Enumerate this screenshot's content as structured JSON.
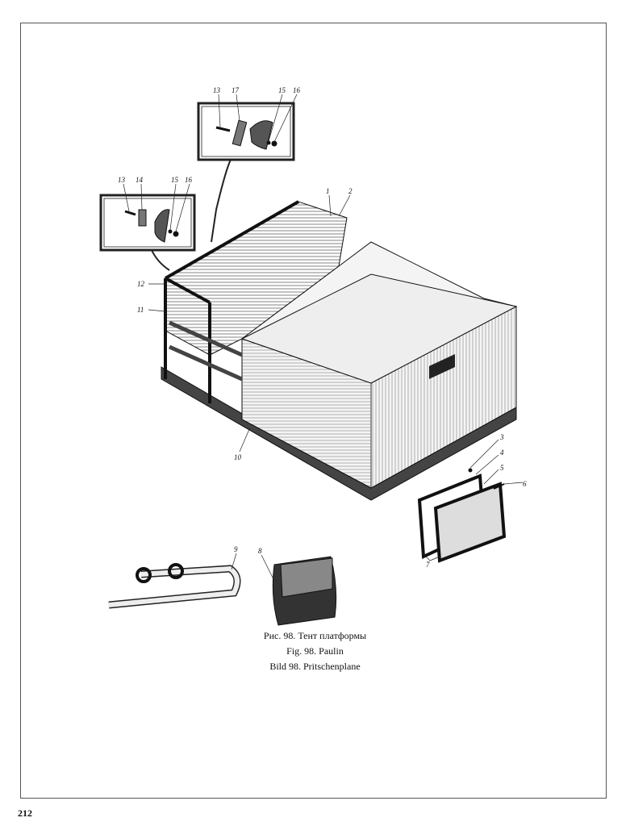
{
  "figure": {
    "labels": {
      "inset_top": [
        "13",
        "17",
        "15",
        "16"
      ],
      "inset_left": [
        "13",
        "14",
        "15",
        "16"
      ],
      "main": {
        "l1": "1",
        "l2": "2",
        "l3": "3",
        "l4": "4",
        "l5": "5",
        "l6": "6",
        "l7": "7",
        "l8": "8",
        "l9": "9",
        "l10": "10",
        "l11": "11",
        "l12": "12"
      }
    },
    "caption": {
      "ru": "Рис. 98. Тент платформы",
      "fr": "Fig. 98. Paulin",
      "de": "Bild 98. Pritschenplane"
    }
  },
  "page_number": "212"
}
